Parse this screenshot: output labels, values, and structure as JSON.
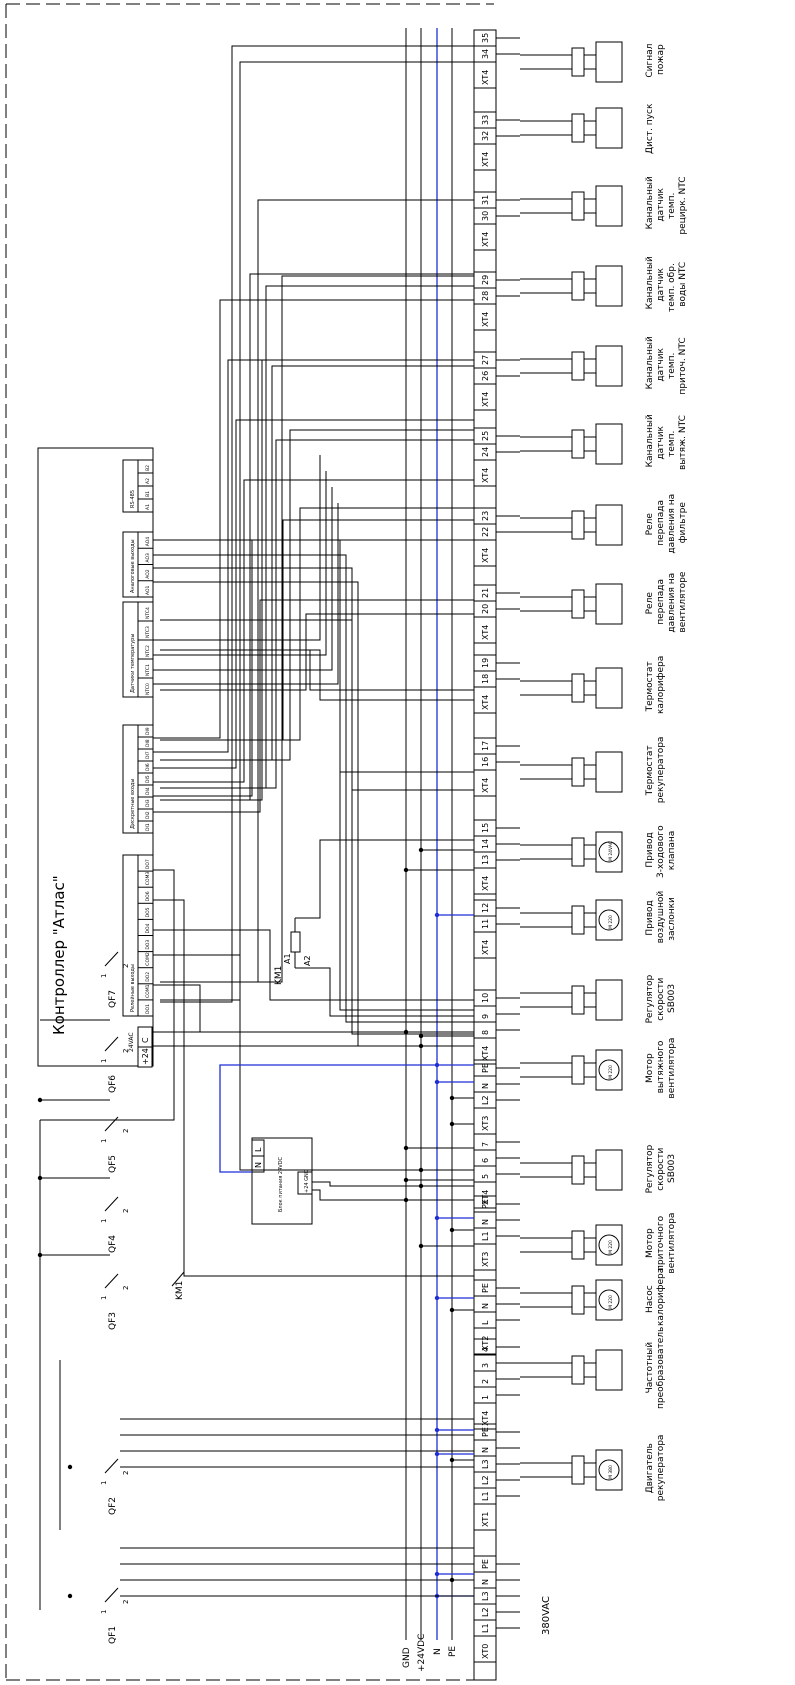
{
  "buses": {
    "gnd": "GND",
    "v24": "+24VDC",
    "n": "N",
    "pe": "PE",
    "colors": {
      "wire": "#000000",
      "neutral": "#1f2fd6"
    }
  },
  "controller": {
    "title": "Контроллер \"Атлас\"",
    "power_label": "24VAC",
    "power_terms": [
      "+24",
      "C"
    ],
    "groups": [
      {
        "name": "Релейные выходы",
        "terms": [
          "DO1",
          "COM1",
          "DO2",
          "COM2",
          "DO3",
          "DO4",
          "DO5",
          "DO6",
          "COM3",
          "DO7"
        ]
      },
      {
        "name": "Дискретные входы",
        "terms": [
          "DI1",
          "DI2",
          "DI3",
          "DI4",
          "DI5",
          "DI6",
          "DI7",
          "DI8",
          "DI9"
        ]
      },
      {
        "name": "Датчики температуры",
        "terms": [
          "NTC0",
          "NTC1",
          "NTC2",
          "NTC3",
          "NTC4"
        ]
      },
      {
        "name": "Аналоговые выходы",
        "terms": [
          "AO1",
          "AO2",
          "AO3",
          "AO4"
        ]
      },
      {
        "name": "RS-485",
        "terms": [
          "A1",
          "B1",
          "A2",
          "B2"
        ]
      }
    ]
  },
  "breakers": [
    "QF1",
    "QF2",
    "QF3",
    "QF4",
    "QF5",
    "QF6",
    "QF7"
  ],
  "contactor": {
    "name": "KM1",
    "a1": "A1",
    "a2": "A2"
  },
  "psu": {
    "title": "Блок питания 24VDC",
    "in": [
      "L",
      "N"
    ],
    "out": [
      "+24",
      "GND"
    ]
  },
  "supply": "380VAC",
  "terminal_blocks": [
    {
      "name": "XT0",
      "terms": [
        "L1",
        "L2",
        "L3",
        "N",
        "PE"
      ]
    },
    {
      "name": "XT1",
      "terms": [
        "L1",
        "L2",
        "L3",
        "N",
        "PE"
      ]
    },
    {
      "name": "XT4",
      "terms": [
        "1",
        "2",
        "3",
        "4"
      ]
    },
    {
      "name": "XT2",
      "terms": [
        "L",
        "N",
        "PE"
      ]
    },
    {
      "name": "XT3",
      "terms": [
        "L1",
        "N",
        "PE"
      ]
    },
    {
      "name": "XT4",
      "terms": [
        "5",
        "6",
        "7"
      ]
    },
    {
      "name": "XT3",
      "terms": [
        "L2",
        "N",
        "PE"
      ]
    },
    {
      "name": "XT4",
      "terms": [
        "8",
        "9",
        "10"
      ]
    },
    {
      "name": "XT4",
      "terms": [
        "11",
        "12"
      ]
    },
    {
      "name": "XT4",
      "terms": [
        "13",
        "14",
        "15"
      ]
    },
    {
      "name": "XT4",
      "terms": [
        "16",
        "17"
      ]
    },
    {
      "name": "XT4",
      "terms": [
        "18",
        "19"
      ]
    },
    {
      "name": "XT4",
      "terms": [
        "20",
        "21"
      ]
    },
    {
      "name": "XT4",
      "terms": [
        "22",
        "23"
      ]
    },
    {
      "name": "XT4",
      "terms": [
        "24",
        "25"
      ]
    },
    {
      "name": "XT4",
      "terms": [
        "26",
        "27"
      ]
    },
    {
      "name": "XT4",
      "terms": [
        "28",
        "29"
      ]
    },
    {
      "name": "XT4",
      "terms": [
        "30",
        "31"
      ]
    },
    {
      "name": "XT4",
      "terms": [
        "32",
        "33"
      ]
    },
    {
      "name": "XT4",
      "terms": [
        "34",
        "35"
      ]
    }
  ],
  "devices": [
    {
      "id": "fire",
      "label": "Сигнал пожар"
    },
    {
      "id": "remote",
      "label": "Дист. пуск"
    },
    {
      "id": "t_recirc",
      "label": "Канальный датчик темп. рецирк. NTC"
    },
    {
      "id": "t_water",
      "label": "Канальный датчик темп. обр. воды NTC"
    },
    {
      "id": "t_supply",
      "label": "Канальный датчик темп. приточ. NTC"
    },
    {
      "id": "t_exhaust",
      "label": "Канальный датчик темп. вытяж. NTC"
    },
    {
      "id": "dp_filter",
      "label": "Реле перепада давления на фильтре"
    },
    {
      "id": "dp_fan",
      "label": "Реле перепада давления на вентиляторе"
    },
    {
      "id": "th_heater",
      "label": "Термостат калорифера"
    },
    {
      "id": "th_recup",
      "label": "Термостат рекуператора"
    },
    {
      "id": "valve3",
      "label": "Привод 3-ходового клапана",
      "mark": "М 24VAC"
    },
    {
      "id": "damper",
      "label": "Привод воздушной заслонки",
      "mark": "М 220"
    },
    {
      "id": "reg_exh",
      "label": "Регулятор скорости SB003"
    },
    {
      "id": "motor_exh",
      "label": "Мотор вытяжного вентилятора",
      "mark": "М 220"
    },
    {
      "id": "reg_sup",
      "label": "Регулятор скорости SB003"
    },
    {
      "id": "motor_sup",
      "label": "Мотор приточного вентилятора",
      "mark": "М 220"
    },
    {
      "id": "pump",
      "label": "Насос калорифера",
      "mark": "М 220"
    },
    {
      "id": "vfd",
      "label": "Частотный преобразователь"
    },
    {
      "id": "rec_motor",
      "label": "Двигатель рекуператора",
      "mark": "М 380"
    }
  ]
}
